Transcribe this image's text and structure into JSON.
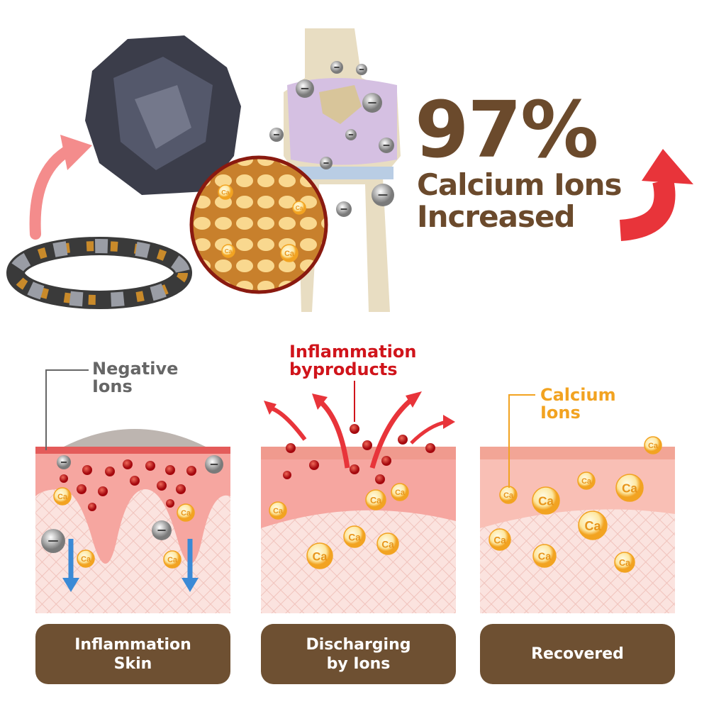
{
  "headline": {
    "percent": "97%",
    "line1": "Calcium Ions",
    "line2": "Increased"
  },
  "bone_ion_label": "Ca",
  "callouts": {
    "negative_ions": [
      "Negative",
      "Ions"
    ],
    "inflammation_byproducts": [
      "Inflammation",
      "byproducts"
    ],
    "calcium_ions": [
      "Calcium",
      "Ions"
    ]
  },
  "stages": [
    {
      "label": [
        "Inflammation",
        "Skin"
      ]
    },
    {
      "label": [
        "Discharging",
        "by Ions"
      ]
    },
    {
      "label": [
        "Recovered"
      ]
    }
  ],
  "colors": {
    "brown": "#6e5032",
    "red_accent": "#d0141b",
    "calcium_orange": "#f2a321",
    "negative_gray": "#666666",
    "skin_pink": "#f7b5aa"
  }
}
